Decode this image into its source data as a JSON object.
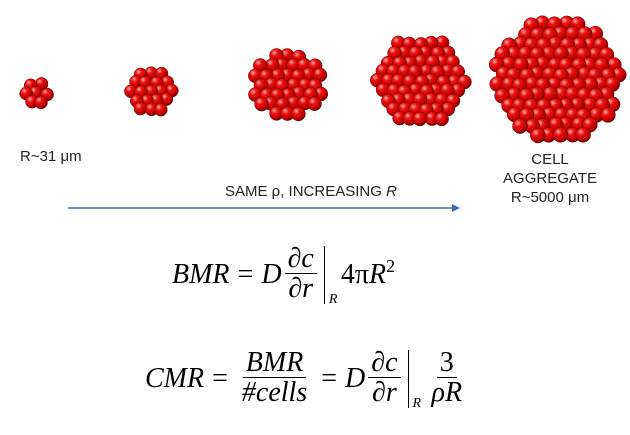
{
  "labels": {
    "small_radius": "R~31 μm",
    "aggregate_line1": "CELL",
    "aggregate_line2": "AGGREGATE",
    "aggregate_radius": "R~5000 μm",
    "arrow_text_prefix": "SAME ρ, INCREASING ",
    "arrow_text_var": "R"
  },
  "equations": {
    "bmr": {
      "lhs": "BMR",
      "eq": "=",
      "D": "D",
      "num": "∂c",
      "den": "∂r",
      "sub": "R",
      "coef": "4π",
      "R": "R",
      "exp": "2"
    },
    "cmr": {
      "lhs": "CMR",
      "eq1": "=",
      "frac1_num": "BMR",
      "frac1_den": "#cells",
      "eq2": "=",
      "D": "D",
      "num": "∂c",
      "den": "∂r",
      "sub": "R",
      "frac2_num": "3",
      "frac2_den": "ρR"
    }
  },
  "colors": {
    "cell_red": "#d40000",
    "cell_highlight": "#ff9a9a",
    "cell_dark": "#5a0000",
    "arrow": "#3a6fb0"
  }
}
